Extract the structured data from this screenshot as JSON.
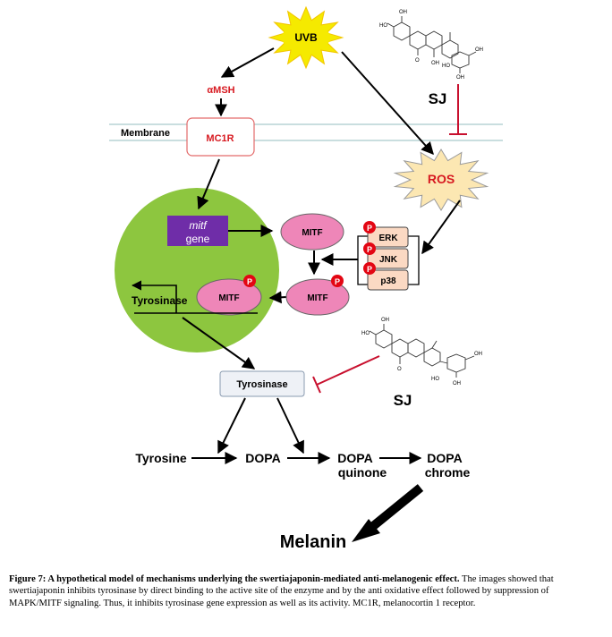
{
  "diagram": {
    "uvb": "UVB",
    "amsh": "αMSH",
    "membrane": "Membrane",
    "mc1r": "MC1R",
    "sj_top": "SJ",
    "sj_bottom": "SJ",
    "ros": "ROS",
    "mitf_gene_italic": "mitf",
    "mitf_gene": "gene",
    "mitf_1": "MITF",
    "mitf_2": "MITF",
    "mitf_3": "MITF",
    "p": "P",
    "erk": "ERK",
    "jnk": "JNK",
    "p38": "p38",
    "tyrosinase_gene": "Tyrosinase",
    "tyrosinase_enzyme": "Tyrosinase",
    "tyrosine": "Tyrosine",
    "dopa": "DOPA",
    "dopa_quinone_1": "DOPA",
    "dopa_quinone_2": "quinone",
    "dopa_chrome_1": "DOPA",
    "dopa_chrome_2": "chrome",
    "melanin": "Melanin",
    "chem_oh": "OH",
    "chem_ho": "HO",
    "chem_o": "O"
  },
  "colors": {
    "sun": "#f5ea00",
    "sun_stroke": "#f2c500",
    "cell": "#8dc63f",
    "mitf": "#ee86b8",
    "gene_box": "#6f2da8",
    "ros": "#fce7b2",
    "kinase": "#fbd9c3",
    "phospho": "#e30613",
    "red_text": "#d71920",
    "inhibit": "#c8102e",
    "membrane": "#a9c9cc"
  },
  "caption": {
    "bold": "Figure 7: A hypothetical model of mechanisms underlying the swertiajaponin-mediated anti-melanogenic effect.",
    "text": " The images showed that swertiajaponin inhibits tyrosinase by direct binding to the active site of the enzyme and by the anti oxidative effect followed by suppression of MAPK/MITF signaling. Thus, it inhibits tyrosinase gene expression as well as its activity. MC1R, melanocortin 1 receptor."
  }
}
